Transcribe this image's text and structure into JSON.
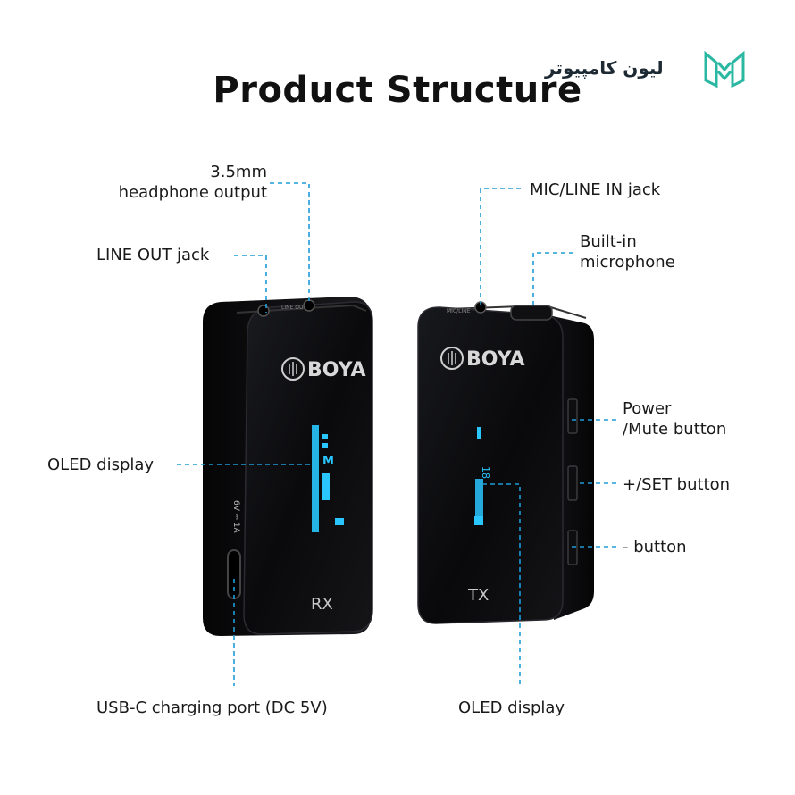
{
  "title": "Product Structure",
  "logo": {
    "text": "لیون کامپیوتر",
    "accent": "#2bb8a3"
  },
  "devices": {
    "rx": {
      "brand": "BOYA",
      "label": "RX",
      "port_text": "6V ⎓ 1A",
      "jack_text": "LINE OUT"
    },
    "tx": {
      "brand": "BOYA",
      "label": "TX",
      "jack_text": "MIC/LINE"
    }
  },
  "callouts": {
    "headphone_line1": "3.5mm",
    "headphone_line2": "headphone output",
    "line_out": "LINE OUT jack",
    "oled_rx": "OLED display",
    "usb_c": "USB-C charging port (DC 5V)",
    "mic_line_in": "MIC/LINE IN jack",
    "builtin_line1": "Built-in",
    "builtin_line2": "microphone",
    "power_line1": "Power",
    "power_line2": "/Mute button",
    "set_button": "+/SET button",
    "minus_button": "- button",
    "oled_tx": "OLED display"
  },
  "colors": {
    "leader": "#1e9bd7",
    "oled": "#29c6ff",
    "device": "#0d0d0f"
  }
}
